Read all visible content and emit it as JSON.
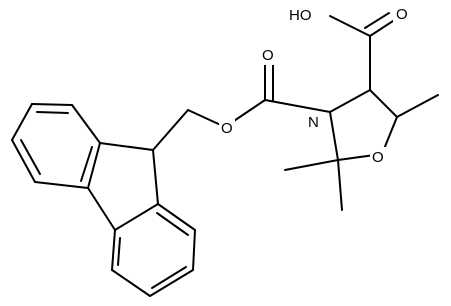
{
  "molecule": {
    "atom_labels": {
      "hydroxyl": "HO",
      "carbonyl_oxygen_acid": "O",
      "carbonyl_oxygen_carbamate": "O",
      "ester_oxygen": "O",
      "nitrogen": "N",
      "ring_oxygen": "O"
    }
  },
  "colors": {
    "bond": "#000000",
    "label": "#000000",
    "background": "#ffffff"
  }
}
